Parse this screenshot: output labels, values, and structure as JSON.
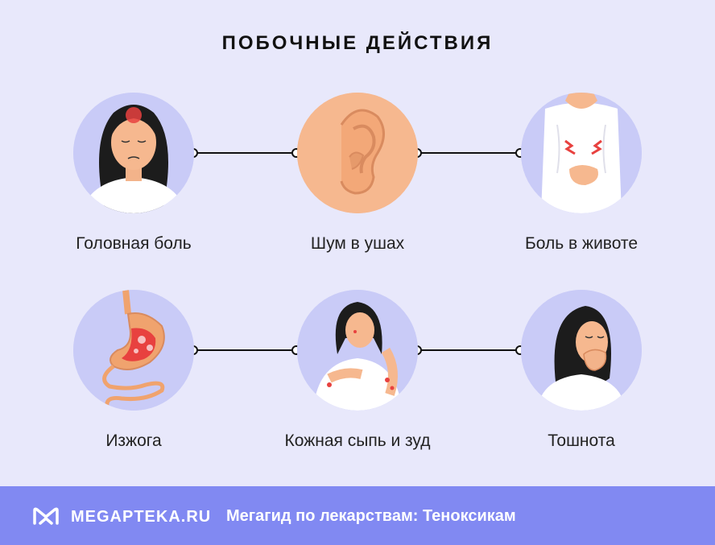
{
  "title": "ПОБОЧНЫЕ ДЕЙСТВИЯ",
  "items": [
    {
      "label": "Головная боль",
      "icon": "headache-woman-icon"
    },
    {
      "label": "Шум в ушах",
      "icon": "ear-icon"
    },
    {
      "label": "Боль в животе",
      "icon": "stomach-pain-man-icon"
    },
    {
      "label": "Изжога",
      "icon": "stomach-organ-icon"
    },
    {
      "label": "Кожная сыпь и зуд",
      "icon": "itching-woman-icon"
    },
    {
      "label": "Тошнота",
      "icon": "nausea-woman-icon"
    }
  ],
  "footer": {
    "brand": "MEGAPTEKA.RU",
    "tagline": "Мегагид по лекарствам: Теноксикам"
  },
  "colors": {
    "background": "#e8e8fb",
    "circle": "#c9cbf7",
    "footer": "#8189f2",
    "accent_red": "#e8413f",
    "skin": "#f6b88f"
  }
}
